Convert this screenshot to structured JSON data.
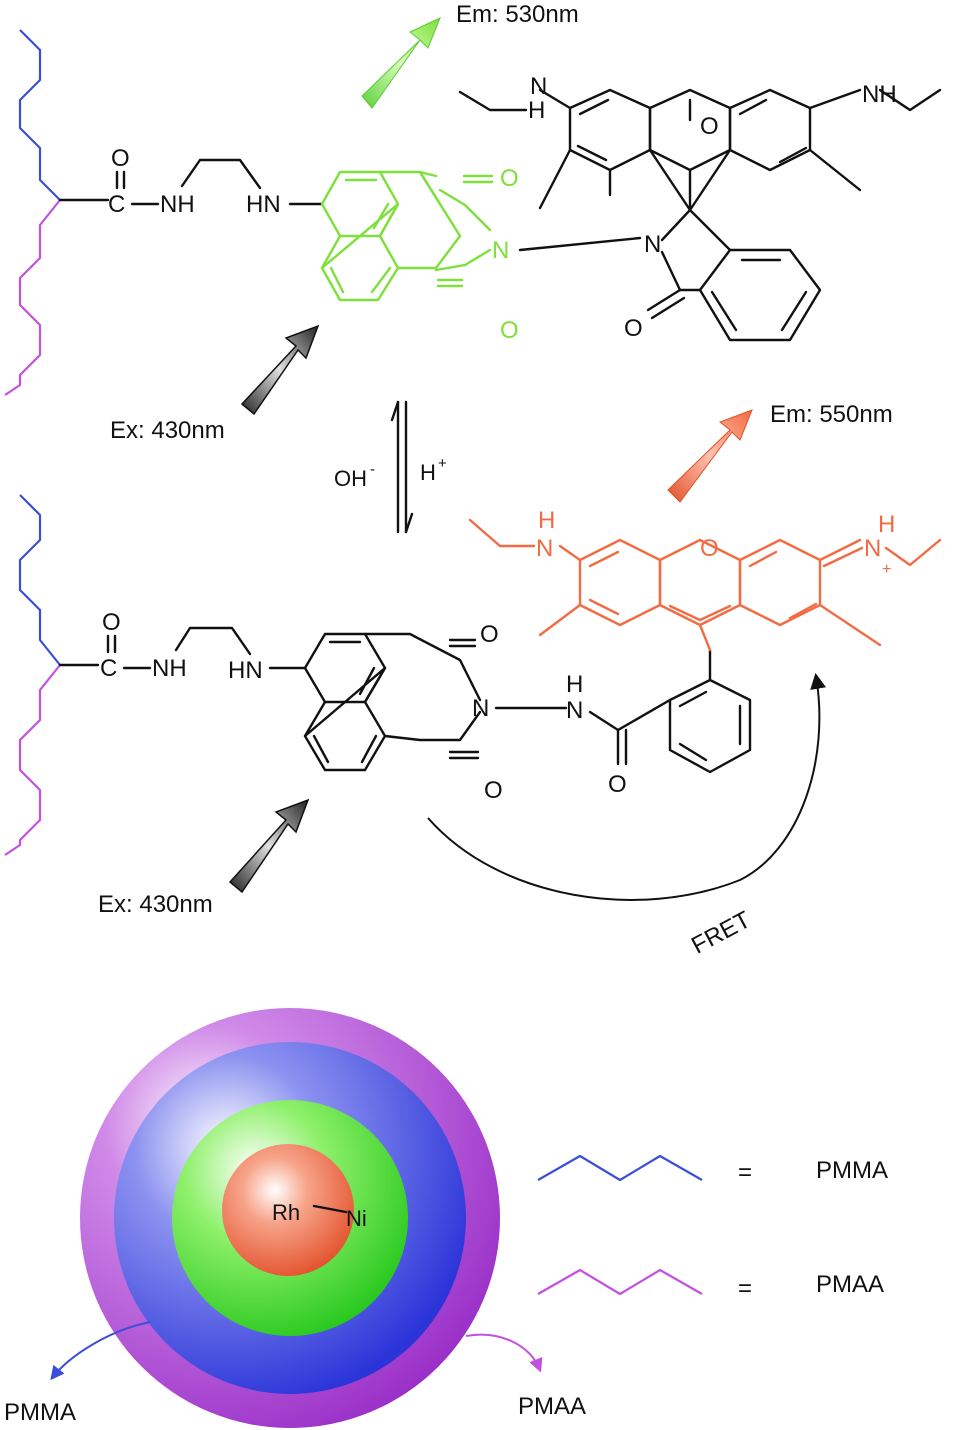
{
  "labels": {
    "em_top": "Em: 530nm",
    "em_bottom": "Em: 550nm",
    "ex_top": "Ex: 430nm",
    "ex_bottom": "Ex: 430nm",
    "oh": "OH",
    "oh_sup": "-",
    "h": "H",
    "h_sup": "+",
    "fret": "FRET"
  },
  "atoms": {
    "O": "O",
    "N": "N",
    "NH": "NH",
    "HN": "HN",
    "H": "H",
    "C": "C",
    "plus": "+"
  },
  "legend": {
    "pmma_eq": "=",
    "pmma_label": "PMMA",
    "pmaa_eq": "=",
    "pmaa_label": "PMAA"
  },
  "particle": {
    "rh": "Rh",
    "ni": "Ni",
    "left_label": "PMMA",
    "right_label": "PMAA"
  },
  "colors": {
    "pmma": "#3a4fd9",
    "pmaa": "#c450e0",
    "naphthalimide_closed": "#7ee03a",
    "rhodamine_open": "#f26b43",
    "core": "#f26b43"
  }
}
